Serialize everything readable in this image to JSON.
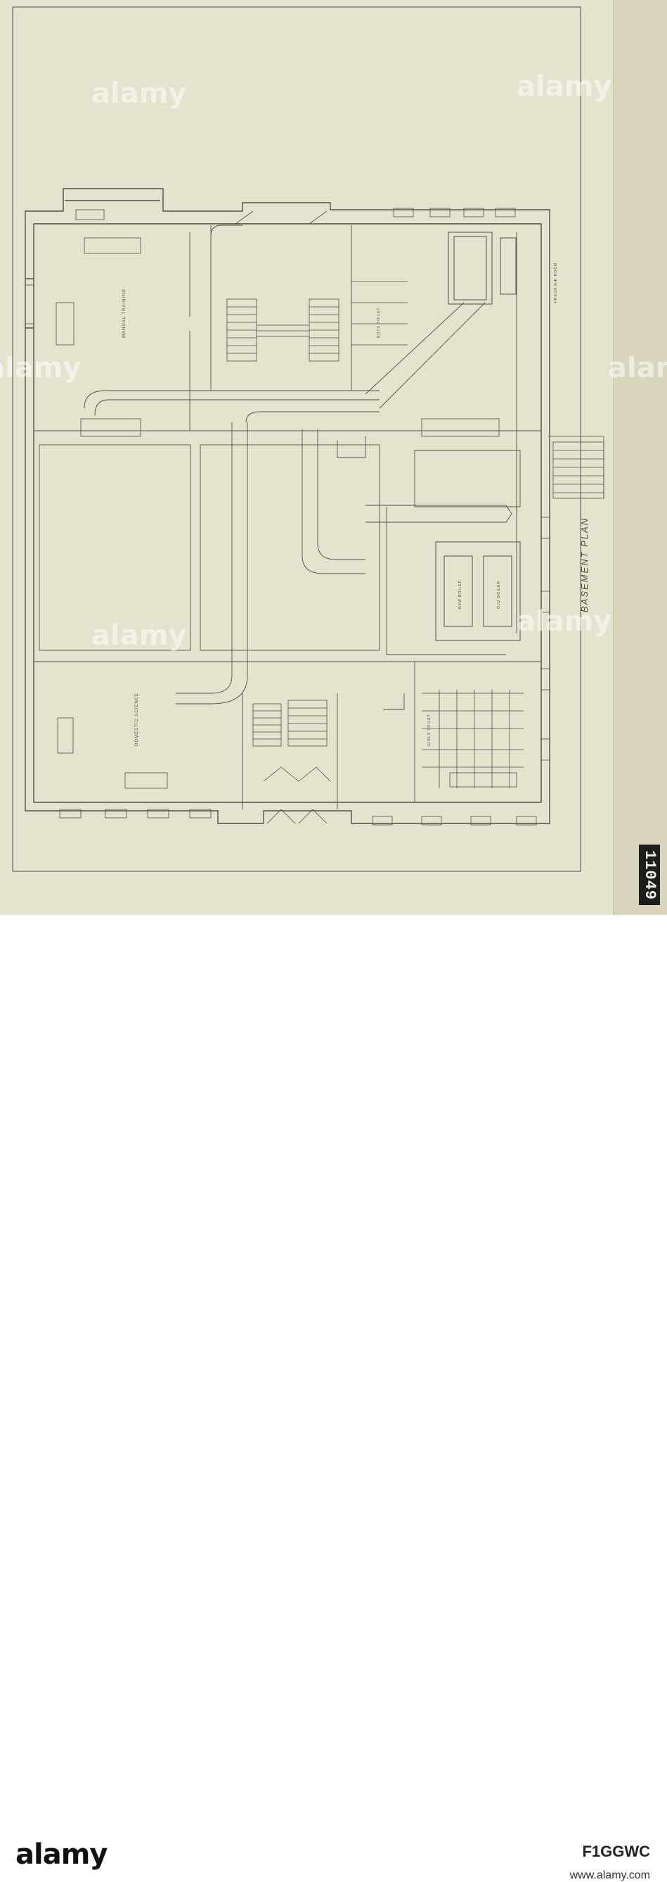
{
  "plan": {
    "title": "BASEMENT PLAN",
    "rooms": {
      "manual_training": "MANUAL TRAINING",
      "domestic_science": "DOMESTIC SCIENCE",
      "boys_toilet": "BOYS TOILET",
      "girls_toilet": "GIRLS TOILET",
      "new_boiler": "NEW BOILER",
      "old_boiler": "OLD BOILER",
      "fresh_air_room": "FRESH AIR ROOM"
    }
  },
  "sheet_stamp": "11049",
  "footer": {
    "brand": "alamy",
    "image_id": "F1GGWC",
    "url": "www.alamy.com"
  },
  "watermark": "alamy",
  "colors": {
    "paper": "#e4e3cd",
    "ink": "#4f5046",
    "stamp": "#1d1d1d"
  }
}
